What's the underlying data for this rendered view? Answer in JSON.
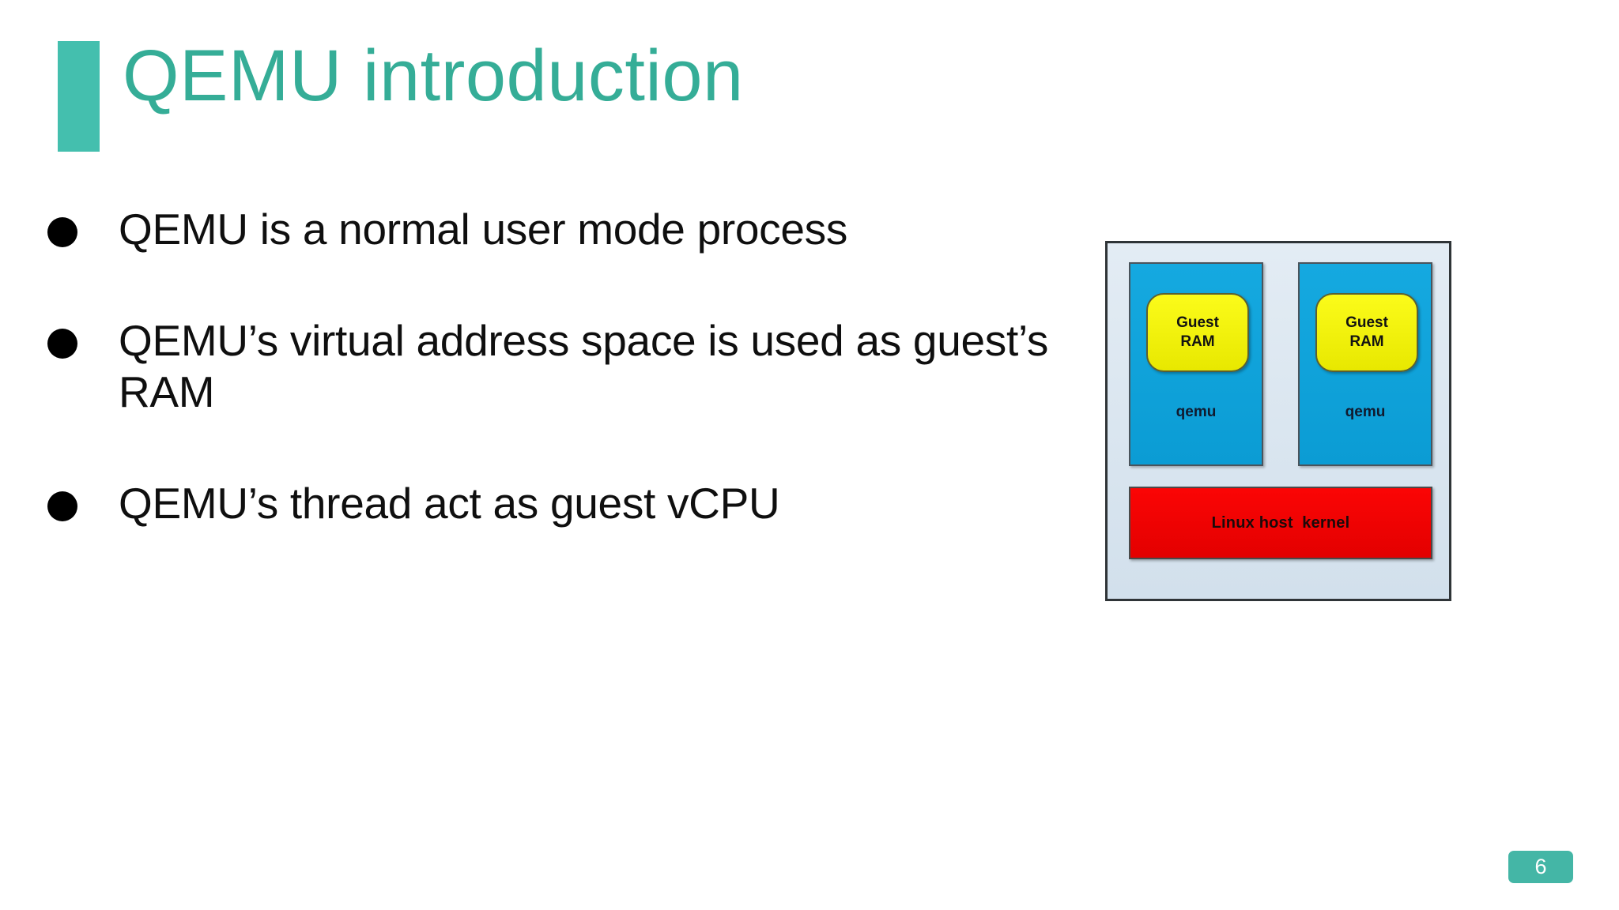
{
  "slide": {
    "title": "QEMU introduction",
    "accent_color": "#44bfae",
    "title_color": "#35ad97",
    "background_color": "#ffffff",
    "number": "6"
  },
  "bullets": [
    {
      "text": "QEMU is a normal user mode process"
    },
    {
      "text": "QEMU’s virtual address space is used as guest’s RAM"
    },
    {
      "text": "QEMU’s thread act as guest vCPU"
    }
  ],
  "diagram": {
    "outer_label": "",
    "outer_color": "#dbe6f0",
    "vms": [
      {
        "process_label": "qemu",
        "ram_line1": "Guest",
        "ram_line2": "RAM",
        "process_color": "#0da5dc",
        "ram_color": "#f2f200"
      },
      {
        "process_label": "qemu",
        "ram_line1": "Guest",
        "ram_line2": "RAM",
        "process_color": "#0da5dc",
        "ram_color": "#f2f200"
      }
    ],
    "kernel": {
      "label": "Linux host  kernel",
      "color": "#f60000"
    }
  }
}
